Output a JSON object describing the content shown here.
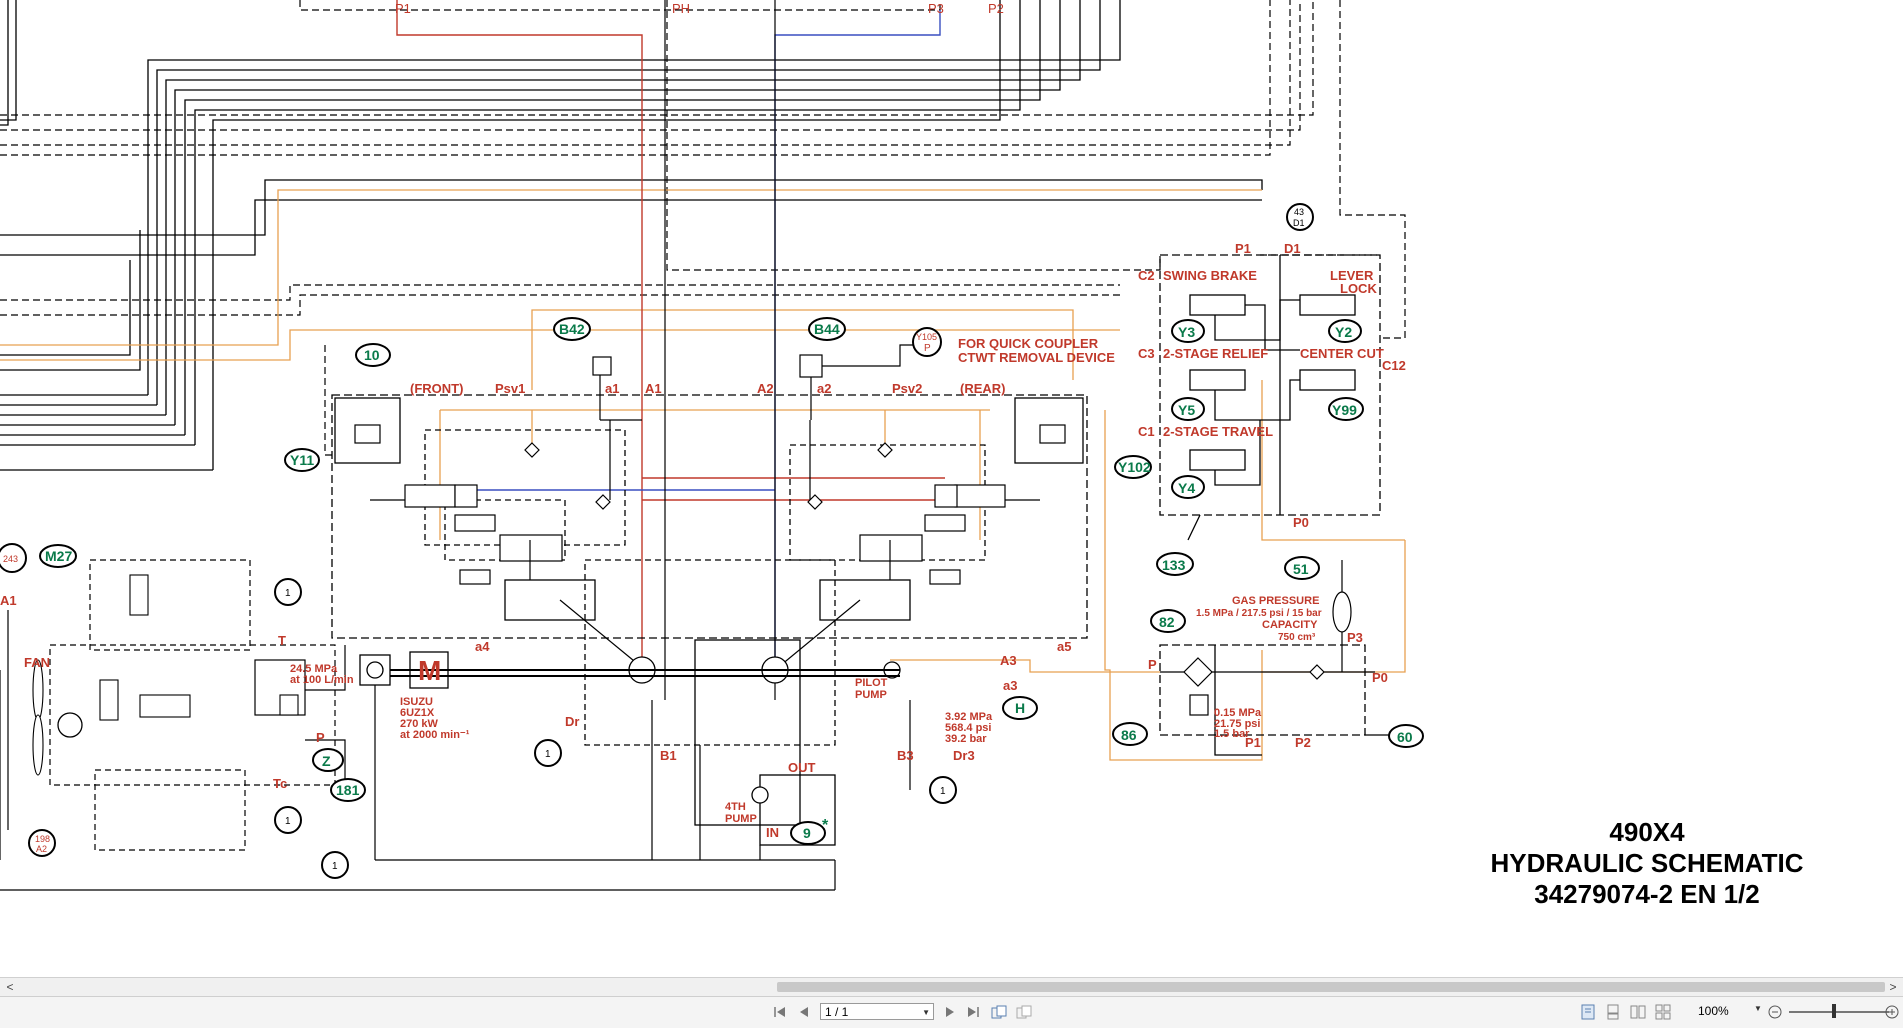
{
  "document": {
    "title_lines": [
      "490X4",
      "HYDRAULIC SCHEMATIC",
      "34279074-2 EN 1/2"
    ],
    "top_ports": [
      "P1",
      "PH",
      "P3",
      "P2"
    ],
    "center_ports": [
      "A1",
      "A2",
      "B1",
      "B3",
      "Dr",
      "Dr3",
      "a1",
      "a2",
      "a3",
      "a4",
      "a5",
      "A3",
      "OUT",
      "IN"
    ],
    "labels": {
      "front": "(FRONT)",
      "rear": "(REAR)",
      "psv1": "Psv1",
      "psv2": "Psv2",
      "quick_coupler_1": "FOR QUICK COUPLER",
      "quick_coupler_2": "CTWT REMOVAL DEVICE",
      "swing_brake": "SWING BRAKE",
      "lever_lock_1": "LEVER",
      "lever_lock_2": "LOCK",
      "relief_2stage": "2-STAGE RELIEF",
      "center_cut": "CENTER CUT",
      "travel_2stage": "2-STAGE TRAVEL",
      "fan": "FAN",
      "engine_1": "ISUZU",
      "engine_2": "6UZ1X",
      "engine_3": "270 kW",
      "engine_4": "at 2000 min⁻¹",
      "motor": "M",
      "fan_pressure_1": "24.5 MPa",
      "fan_pressure_2": "at 100 L/min",
      "pilot_pump_1": "PILOT",
      "pilot_pump_2": "PUMP",
      "pilot_pressure_1": "3.92 MPa",
      "pilot_pressure_2": "568.4 psi",
      "pilot_pressure_3": "39.2 bar",
      "fourth_pump_1": "4TH",
      "fourth_pump_2": "PUMP",
      "gas_1": "GAS PRESSURE",
      "gas_2": "1.5 MPa / 217.5 psi / 15 bar",
      "gas_3": "CAPACITY",
      "gas_4": "750 cm³",
      "filter_1": "0.15 MPa",
      "filter_2": "21.75 psi",
      "filter_3": "1.5 bar",
      "port_c1": "C1",
      "port_c2": "C2",
      "port_c3": "C3",
      "port_c12": "C12",
      "port_p1": "P1",
      "port_d1": "D1",
      "port_p0": "P0",
      "port_p": "P",
      "port_p2": "P2",
      "port_p3": "P3",
      "port_t": "T",
      "port_tc": "Tc",
      "port_a1_left": "A1",
      "port_p_fan": "P"
    },
    "tags": {
      "t10": "10",
      "y11": "Y11",
      "b42": "B42",
      "b44": "B44",
      "y105": "Y105",
      "y105p": "P",
      "y102": "Y102",
      "y3": "Y3",
      "y2": "Y2",
      "y5": "Y5",
      "y99": "Y99",
      "y4": "Y4",
      "t133": "133",
      "t51": "51",
      "t82": "82",
      "t86": "86",
      "t60": "60",
      "t43": "43",
      "t43d": "D1",
      "m27": "M27",
      "t243": "243",
      "z": "Z",
      "t181": "181",
      "t198": "198",
      "t198a": "A2",
      "h": "H",
      "t9": "9",
      "star": "*",
      "one": "1"
    }
  },
  "toolbar": {
    "page_value": "1 / 1",
    "zoom_value": "100%"
  },
  "scrollbar": {
    "left_arrow": "<",
    "right_arrow": ">"
  },
  "colors": {
    "red": "#c0392b",
    "orange": "#e8a050",
    "blue": "#3a4fc0",
    "green": "#0a7a4a"
  }
}
